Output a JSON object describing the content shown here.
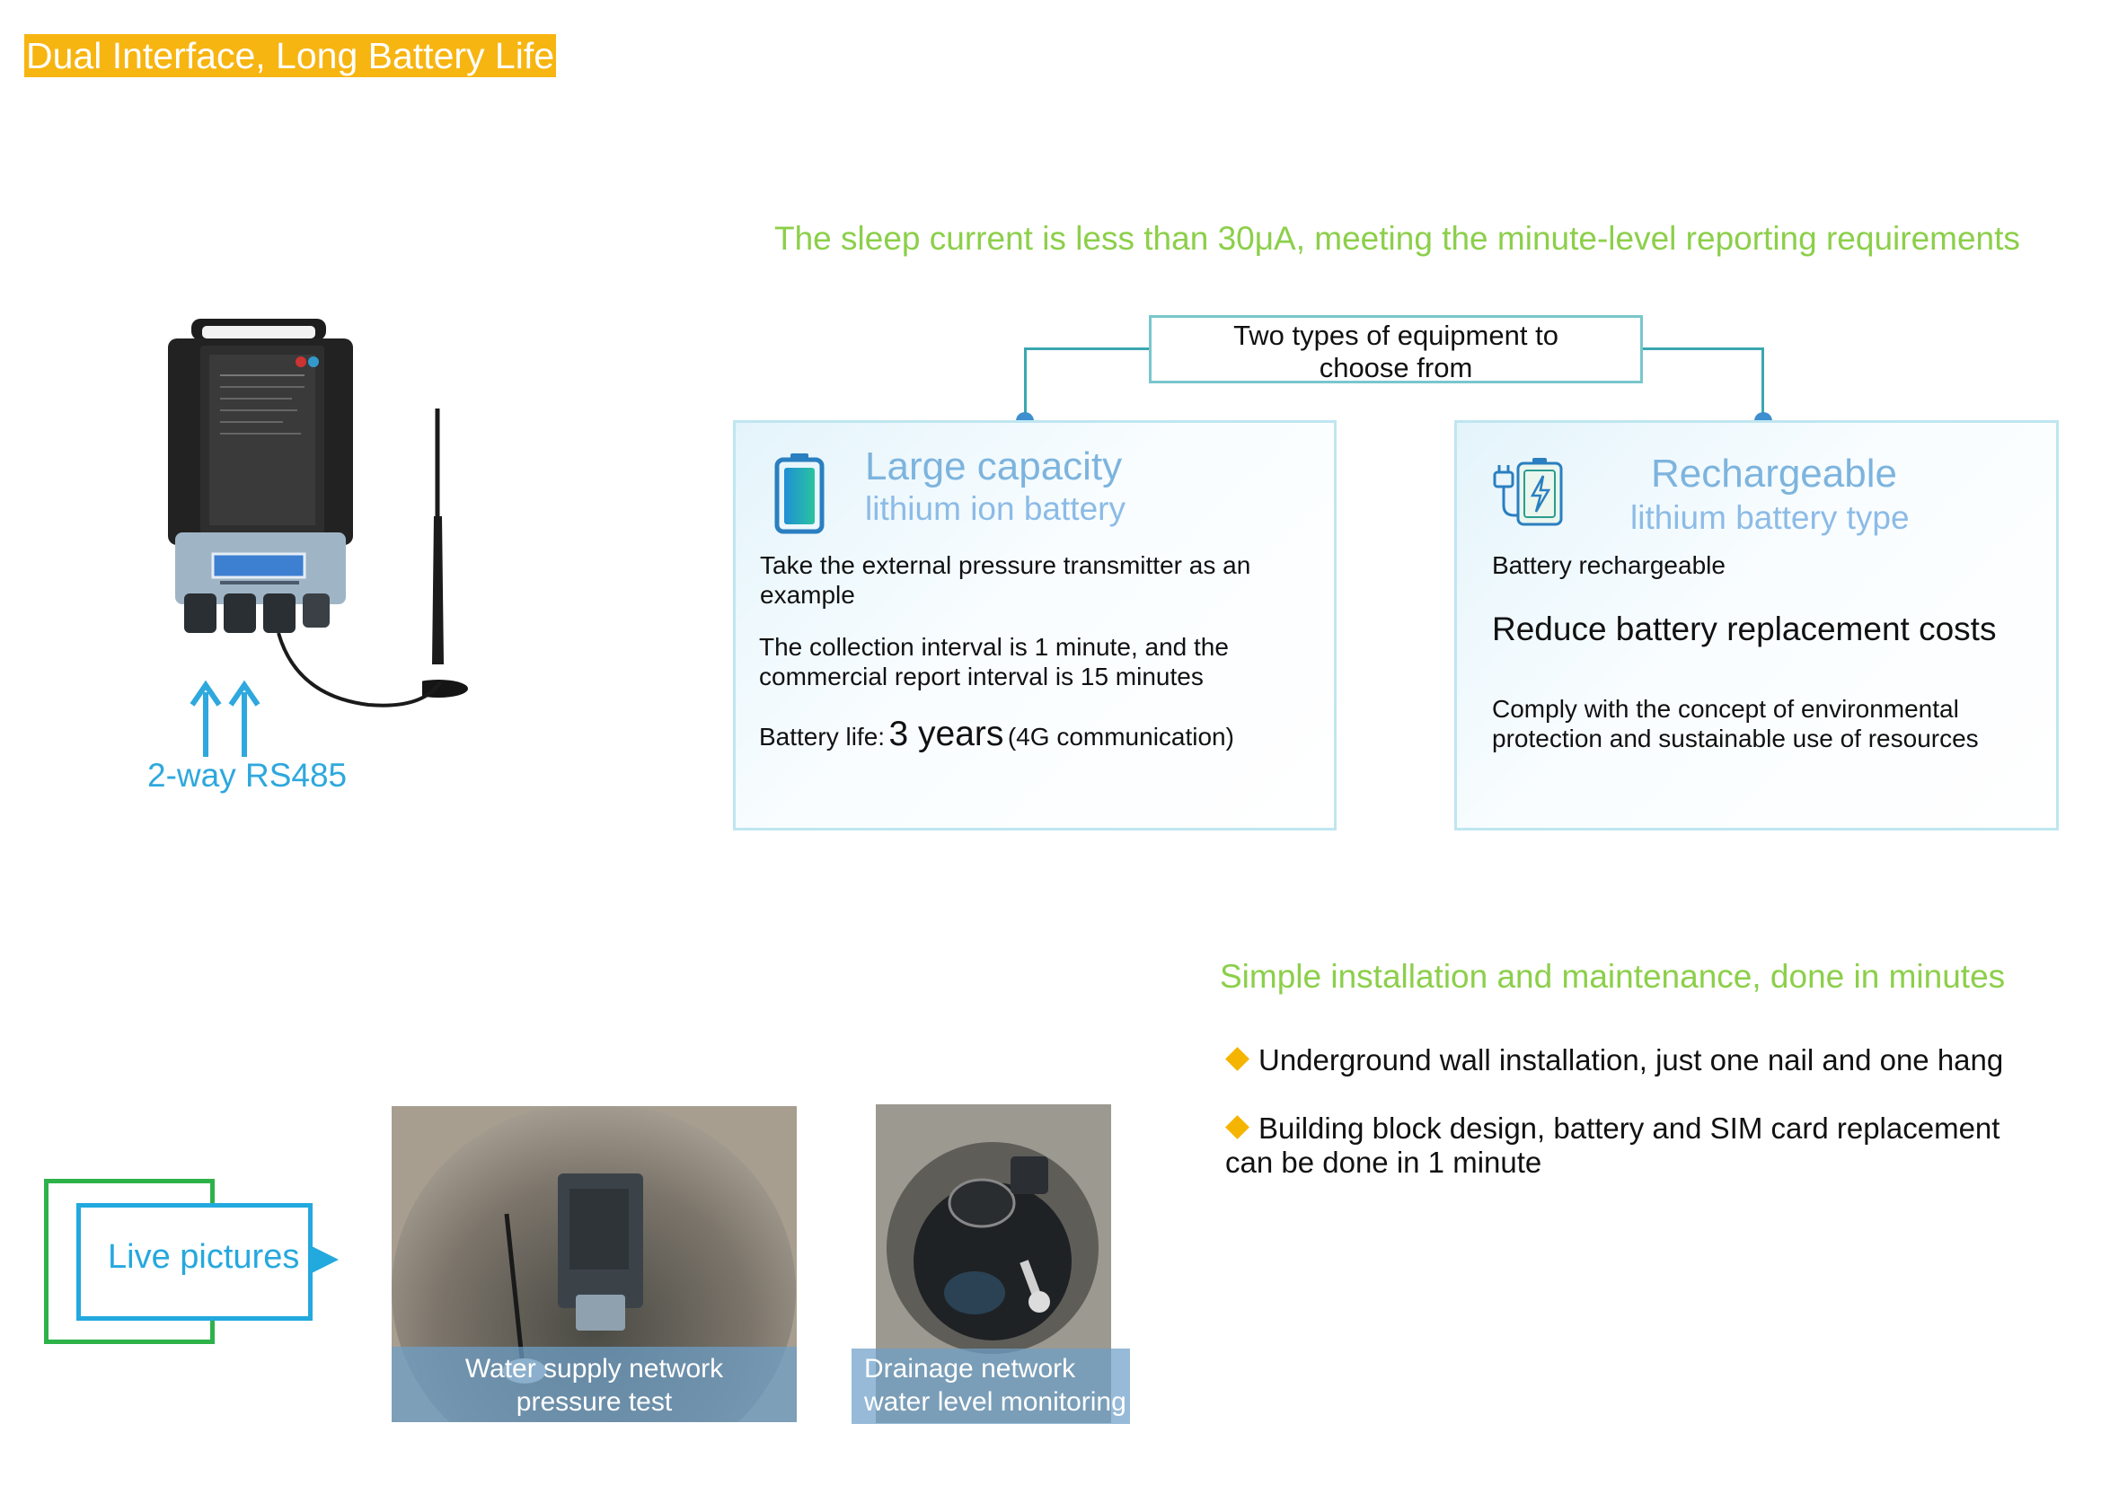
{
  "title": "Dual Interface, Long Battery Life",
  "sleep_heading": "The sleep current is less than 30μA, meeting the minute-level reporting requirements",
  "choose": {
    "line1": "Two types of equipment to",
    "line2": "choose from"
  },
  "left_panel": {
    "title": "Large capacity",
    "subtitle": "lithium ion battery",
    "line1": "Take the external pressure transmitter as an",
    "line2": "example",
    "line3": "The collection interval is 1 minute, and the",
    "line4": "commercial report interval is 15 minutes",
    "life_label": "Battery life:",
    "life_value": "3 years",
    "life_note": "(4G communication)"
  },
  "right_panel": {
    "title": "Rechargeable",
    "subtitle": "lithium battery type",
    "line1": "Battery rechargeable",
    "headline": "Reduce battery replacement costs",
    "line2": "Comply with the concept of environmental",
    "line3": "protection and sustainable use of resources"
  },
  "device": {
    "rs485_label": "2-way RS485"
  },
  "install": {
    "heading": "Simple installation and maintenance, done in minutes",
    "bullet1": "Underground wall installation, just one nail and one hang",
    "bullet2_line1": "Building block design, battery and SIM card replacement",
    "bullet2_line2": "can be done in 1 minute"
  },
  "live": {
    "label": "Live pictures",
    "photo1_line1": "Water supply network",
    "photo1_line2": "pressure test",
    "photo2_line1": "Drainage network",
    "photo2_line2": "water level monitoring"
  },
  "colors": {
    "title_bg": "#f7b512",
    "green_heading": "#8ccf4a",
    "panel_title": "#7db4de",
    "rs485": "#2ea8dd",
    "diamond": "#f5b400",
    "live_green": "#2db24a",
    "live_blue": "#22a9de"
  },
  "icons": [
    "battery-icon",
    "charging-battery-icon",
    "arrow-up-icon",
    "diamond-bullet-icon",
    "triangle-arrow-icon"
  ]
}
